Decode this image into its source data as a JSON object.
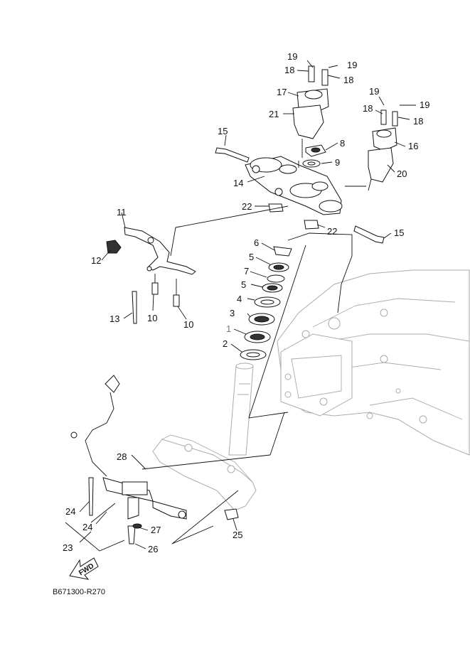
{
  "diagram": {
    "reference_code": "B671300-R270",
    "fwd_label": "FWD",
    "callouts": [
      {
        "id": "c19a",
        "text": "19"
      },
      {
        "id": "c19b",
        "text": "19"
      },
      {
        "id": "c18a",
        "text": "18"
      },
      {
        "id": "c18b",
        "text": "18"
      },
      {
        "id": "c17",
        "text": "17"
      },
      {
        "id": "c21",
        "text": "21"
      },
      {
        "id": "c19c",
        "text": "19"
      },
      {
        "id": "c19d",
        "text": "19"
      },
      {
        "id": "c18c",
        "text": "18"
      },
      {
        "id": "c18d",
        "text": "18"
      },
      {
        "id": "c16",
        "text": "16"
      },
      {
        "id": "c15a",
        "text": "15"
      },
      {
        "id": "c8",
        "text": "8"
      },
      {
        "id": "c9",
        "text": "9"
      },
      {
        "id": "c20",
        "text": "20"
      },
      {
        "id": "c14",
        "text": "14"
      },
      {
        "id": "c22a",
        "text": "22"
      },
      {
        "id": "c22b",
        "text": "22"
      },
      {
        "id": "c15b",
        "text": "15"
      },
      {
        "id": "c11",
        "text": "11"
      },
      {
        "id": "c12",
        "text": "12"
      },
      {
        "id": "c6",
        "text": "6"
      },
      {
        "id": "c5a",
        "text": "5"
      },
      {
        "id": "c7",
        "text": "7"
      },
      {
        "id": "c5b",
        "text": "5"
      },
      {
        "id": "c4",
        "text": "4"
      },
      {
        "id": "c3",
        "text": "3"
      },
      {
        "id": "c1",
        "text": "1"
      },
      {
        "id": "c2",
        "text": "2"
      },
      {
        "id": "c13",
        "text": "13"
      },
      {
        "id": "c10a",
        "text": "10"
      },
      {
        "id": "c10b",
        "text": "10"
      },
      {
        "id": "c28",
        "text": "28"
      },
      {
        "id": "c24a",
        "text": "24"
      },
      {
        "id": "c24b",
        "text": "24"
      },
      {
        "id": "c23",
        "text": "23"
      },
      {
        "id": "c27",
        "text": "27"
      },
      {
        "id": "c26",
        "text": "26"
      },
      {
        "id": "c25",
        "text": "25"
      }
    ]
  }
}
